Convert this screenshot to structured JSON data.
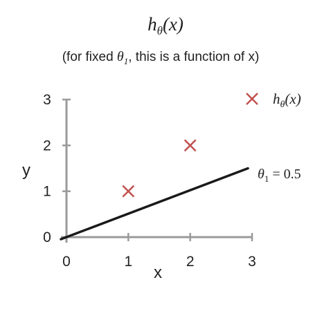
{
  "chart_data": {
    "type": "scatter",
    "title": "hθ(x)",
    "subtitle_prefix": "(for fixed ",
    "subtitle_theta": "θ",
    "subtitle_sub": "1",
    "subtitle_suffix": ", this is a function of x)",
    "xlabel": "x",
    "ylabel": "y",
    "xlim": [
      0,
      3
    ],
    "ylim": [
      0,
      3
    ],
    "x_ticks": [
      0,
      1,
      2,
      3
    ],
    "y_ticks": [
      0,
      1,
      2,
      3
    ],
    "x_tick_labels": [
      "0",
      "1",
      "2",
      "3"
    ],
    "y_tick_labels": [
      "0",
      "1",
      "2",
      "3"
    ],
    "grid": false,
    "legend_position": "top-right",
    "legend_label": "hθ(x)",
    "points": [
      {
        "x": 1,
        "y": 1
      },
      {
        "x": 2,
        "y": 2
      }
    ],
    "line": {
      "label": "θ1 = 0.5",
      "label_theta": "θ",
      "label_sub": "1",
      "label_rest": " = 0.5",
      "slope": 0.5,
      "intercept": 0,
      "x_start": 0,
      "x_end": 3
    },
    "colors": {
      "axis": "#9a9a9a",
      "marker": "#c0504d",
      "line": "#1a1a1a",
      "text": "#222222"
    }
  }
}
